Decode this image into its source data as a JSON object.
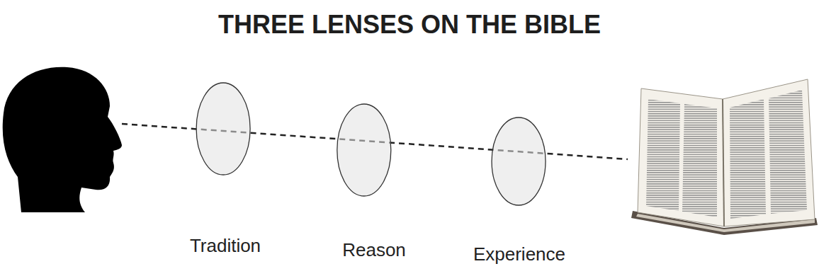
{
  "diagram": {
    "title": "THREE LENSES ON THE BIBLE",
    "nodes": [
      {
        "text": [
          "Tradition"
        ]
      },
      {
        "text": [
          "Reason"
        ]
      },
      {
        "text": [
          "Experience"
        ]
      }
    ]
  }
}
